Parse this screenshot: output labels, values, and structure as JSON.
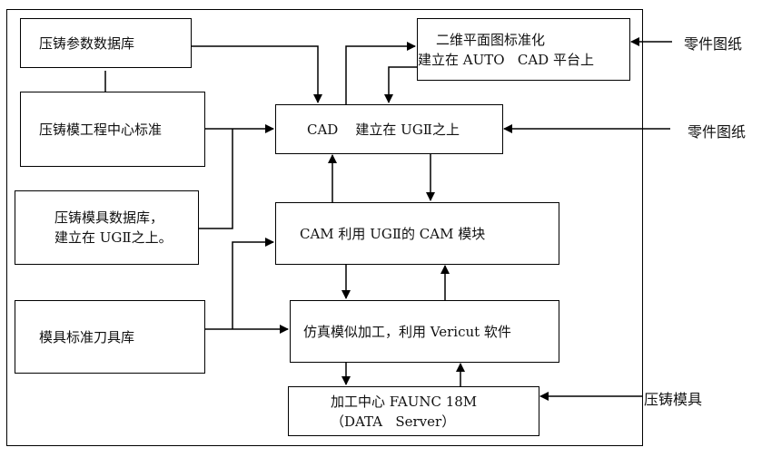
{
  "diagram": {
    "nodes": {
      "die_cast_param_db": {
        "label": "压铸参数数据库"
      },
      "die_eng_center_std": {
        "label": "压铸模工程中心标准"
      },
      "die_mold_db": {
        "line1": "压铸模具数据库，",
        "line2": "建立在 UGⅡ之上。"
      },
      "mold_std_tool_lib": {
        "label": "模具标准刀具库"
      },
      "autocad_2d": {
        "line1": "二维平面图标准化",
        "line2": "建立在 AUTO   CAD 平台上"
      },
      "cad": {
        "label": "CAD    建立在 UGⅡ之上"
      },
      "cam": {
        "label": "CAM 利用 UGⅡ的 CAM 模块"
      },
      "simulation": {
        "label": "仿真模似加工，利用 Vericut 软件"
      },
      "machining_center": {
        "line1": "加工中心 FAUNC 18M",
        "line2": "（DATA   Server）"
      }
    },
    "external_inputs": {
      "part_drawing_1": "零件图纸",
      "part_drawing_2": "零件图纸",
      "die_casting_mold": "压铸模具"
    },
    "edges": [
      {
        "from": "die_cast_param_db",
        "to": "cad"
      },
      {
        "from": "die_cast_param_db",
        "to": "die_eng_center_std"
      },
      {
        "from": "die_eng_center_std",
        "to": "cad"
      },
      {
        "from": "die_mold_db",
        "to": "cad"
      },
      {
        "from": "mold_std_tool_lib",
        "to": "cam"
      },
      {
        "from": "mold_std_tool_lib",
        "to": "simulation"
      },
      {
        "from": "cad",
        "to": "autocad_2d"
      },
      {
        "from": "autocad_2d",
        "to": "cad"
      },
      {
        "from": "cad",
        "to": "cam"
      },
      {
        "from": "cam",
        "to": "cad"
      },
      {
        "from": "cam",
        "to": "simulation"
      },
      {
        "from": "simulation",
        "to": "cam"
      },
      {
        "from": "simulation",
        "to": "machining_center"
      },
      {
        "from": "machining_center",
        "to": "simulation"
      },
      {
        "from": "part_drawing_1",
        "to": "autocad_2d"
      },
      {
        "from": "part_drawing_2",
        "to": "cad"
      },
      {
        "from": "die_casting_mold",
        "to": "machining_center"
      }
    ]
  }
}
